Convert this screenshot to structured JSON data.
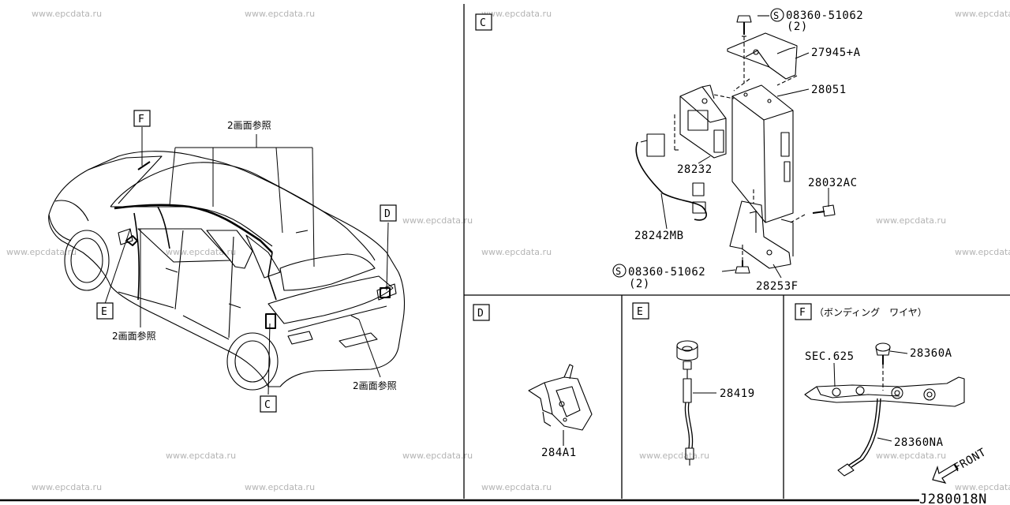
{
  "watermark": "www.epcdata.ru",
  "diagram_id": "J280018N",
  "front_label": "FRONT",
  "panels": {
    "main": {
      "views": {
        "f": "F",
        "d": "D",
        "e": "E",
        "c": "C"
      },
      "refs": {
        "top": "2画面参照",
        "left": "2画面参照",
        "right": "2画面参照"
      }
    },
    "c": {
      "label": "C",
      "screw_top": "08360-51062",
      "screw_top_qty": "(2)",
      "screw_bottom": "08360-51062",
      "screw_bottom_qty": "(2)",
      "parts": {
        "bracket_top": "27945+A",
        "unit": "28051",
        "module": "28232",
        "screw_side": "28032AC",
        "harness": "28242MB",
        "bracket_bottom": "28253F"
      }
    },
    "d": {
      "label": "D",
      "part": "284A1"
    },
    "e": {
      "label": "E",
      "part": "28419"
    },
    "f": {
      "label": "F",
      "title": "（ボンディング　ワイヤ）",
      "sec": "SEC.625",
      "bolt": "28360A",
      "wire": "28360NA"
    }
  },
  "symbol_s": "S"
}
